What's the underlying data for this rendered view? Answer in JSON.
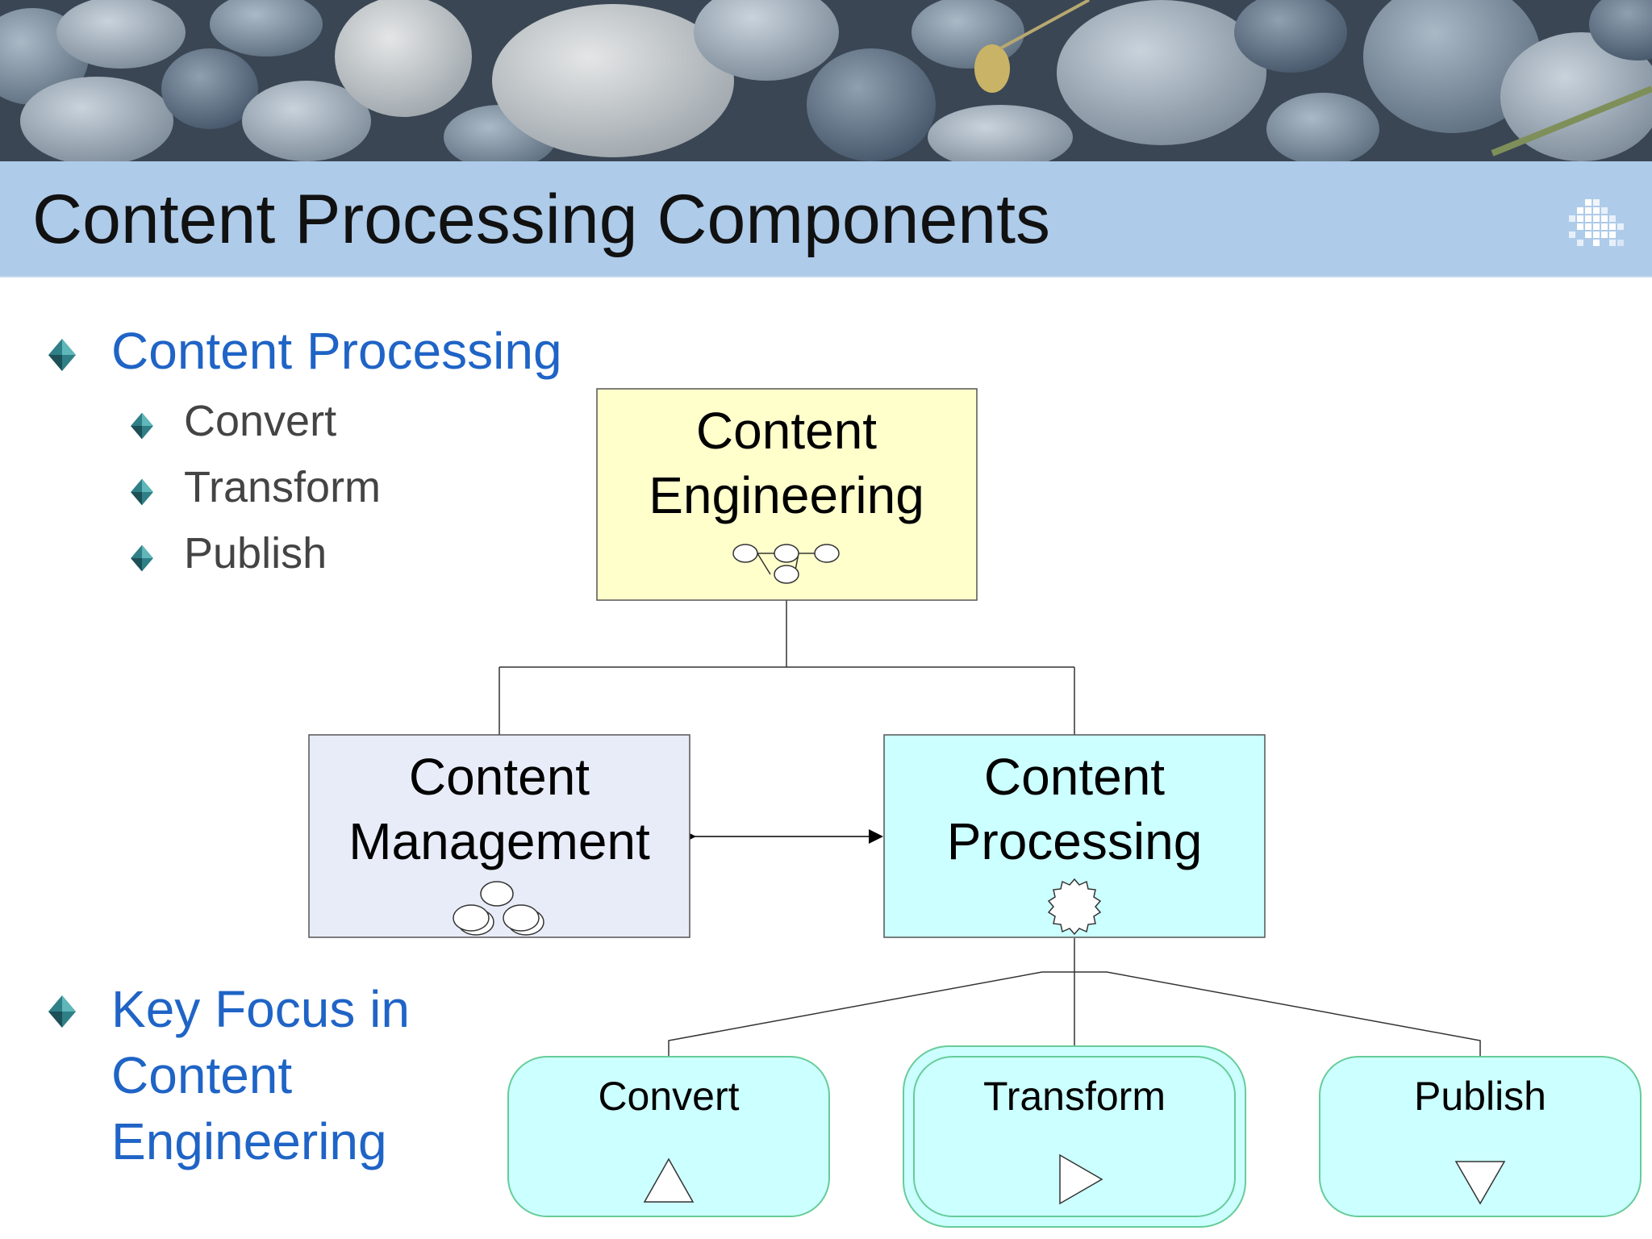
{
  "slide": {
    "title": "Content Processing Components"
  },
  "bullets": {
    "content_processing": "Content Processing",
    "sub_items": [
      "Convert",
      "Transform",
      "Publish"
    ],
    "key_focus_lines": [
      "Key Focus in",
      "Content",
      "Engineering"
    ]
  },
  "diagram": {
    "top_node": {
      "lines": [
        "Content",
        "Engineering"
      ],
      "icon": "workflow-icon",
      "fill": "#ffffcc"
    },
    "left_node": {
      "lines": [
        "Content",
        "Management"
      ],
      "icon": "stacked-circles-icon",
      "fill": "#e8ecf8"
    },
    "right_node": {
      "lines": [
        "Content",
        "Processing"
      ],
      "icon": "gear-icon",
      "fill": "#ccffff"
    },
    "leaf_nodes": [
      {
        "label": "Convert",
        "icon": "triangle-up-icon"
      },
      {
        "label": "Transform",
        "icon": "triangle-right-icon"
      },
      {
        "label": "Publish",
        "icon": "triangle-down-icon"
      }
    ],
    "leaf_fill": "#ccffff",
    "leaf_border": "#66cc99"
  },
  "colors": {
    "title_bar": "#aecbe9",
    "bullet_primary": "#1f64c6",
    "bullet_secondary": "#444444"
  }
}
